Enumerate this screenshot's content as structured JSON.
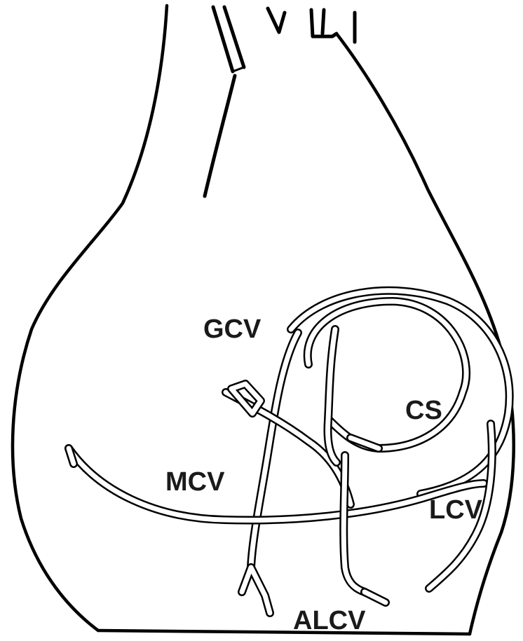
{
  "diagram": {
    "labels": {
      "gcv": "GCV",
      "cs": "CS",
      "mcv": "MCV",
      "lcv": "LCV",
      "alcv": "ALCV"
    },
    "colors": {
      "stroke": "#000000",
      "background": "#ffffff",
      "label": "#1a1a1a"
    }
  }
}
